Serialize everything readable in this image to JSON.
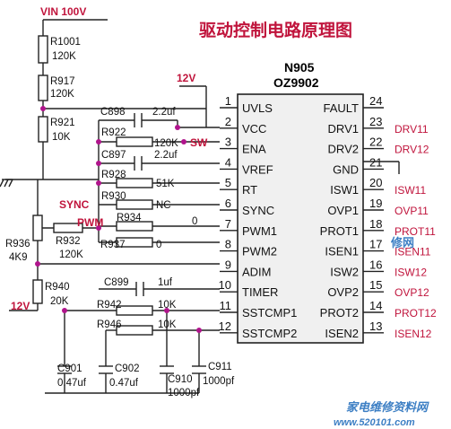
{
  "title": "驱动控制电路原理图",
  "vin_label": "VIN 100V",
  "v12_top": "12V",
  "v12_left": "12V",
  "ic": {
    "ref": "N905",
    "part": "OZ9902"
  },
  "left_pins": [
    {
      "num": "1",
      "name": "UVLS"
    },
    {
      "num": "2",
      "name": "VCC"
    },
    {
      "num": "3",
      "name": "ENA"
    },
    {
      "num": "4",
      "name": "VREF"
    },
    {
      "num": "5",
      "name": "RT"
    },
    {
      "num": "6",
      "name": "SYNC"
    },
    {
      "num": "7",
      "name": "PWM1"
    },
    {
      "num": "8",
      "name": "PWM2"
    },
    {
      "num": "9",
      "name": "ADIM"
    },
    {
      "num": "10",
      "name": "TIMER"
    },
    {
      "num": "11",
      "name": "SSTCMP1"
    },
    {
      "num": "12",
      "name": "SSTCMP2"
    }
  ],
  "right_pins": [
    {
      "num": "24",
      "name": "FAULT",
      "net": ""
    },
    {
      "num": "23",
      "name": "DRV1",
      "net": "DRV11"
    },
    {
      "num": "22",
      "name": "DRV2",
      "net": "DRV12"
    },
    {
      "num": "21",
      "name": "GND",
      "net": ""
    },
    {
      "num": "20",
      "name": "ISW1",
      "net": "ISW11"
    },
    {
      "num": "19",
      "name": "OVP1",
      "net": "OVP11"
    },
    {
      "num": "18",
      "name": "PROT1",
      "net": "PROT11"
    },
    {
      "num": "17",
      "name": "ISEN1",
      "net": "ISEN11"
    },
    {
      "num": "16",
      "name": "ISW2",
      "net": "ISW12"
    },
    {
      "num": "15",
      "name": "OVP2",
      "net": "OVP12"
    },
    {
      "num": "14",
      "name": "PROT2",
      "net": "PROT12"
    },
    {
      "num": "13",
      "name": "ISEN2",
      "net": "ISEN12"
    }
  ],
  "components": {
    "r1001": {
      "ref": "R1001",
      "val": "120K"
    },
    "r917": {
      "ref": "R917",
      "val": "120K"
    },
    "r921": {
      "ref": "R921",
      "val": "10K"
    },
    "c898": {
      "ref": "C898",
      "val": "2.2uf"
    },
    "r922": {
      "ref": "R922",
      "val": "120K"
    },
    "c897": {
      "ref": "C897",
      "val": "2.2uf"
    },
    "r928": {
      "ref": "R928",
      "val": "51K"
    },
    "r930": {
      "ref": "R930",
      "val": "NC"
    },
    "r934": {
      "ref": "R934",
      "val": "0"
    },
    "r937": {
      "ref": "R937",
      "val": "0"
    },
    "r936": {
      "ref": "R936",
      "val": "4K9"
    },
    "r932": {
      "ref": "R932",
      "val": "120K"
    },
    "r940": {
      "ref": "R940",
      "val": "20K"
    },
    "c899": {
      "ref": "C899",
      "val": "1uf"
    },
    "r942": {
      "ref": "R942",
      "val": "10K"
    },
    "r946": {
      "ref": "R946",
      "val": "10K"
    },
    "c901": {
      "ref": "C901",
      "val": "0.47uf"
    },
    "c902": {
      "ref": "C902",
      "val": "0.47uf"
    },
    "c910": {
      "ref": "C910",
      "val": "1000pf"
    },
    "c911": {
      "ref": "C911",
      "val": "1000pf"
    }
  },
  "net_labels": {
    "sw": "SW",
    "sync": "SYNC",
    "pwm": "PWM"
  },
  "watermark": {
    "site_name": "家电维修资料网",
    "site_url": "www.520101.com",
    "stamp": "修网"
  },
  "colors": {
    "net_label": "#c0143c",
    "junction": "#b0148c",
    "ic_body": "#f0f0f0",
    "watermark": "#3d7fc4"
  }
}
